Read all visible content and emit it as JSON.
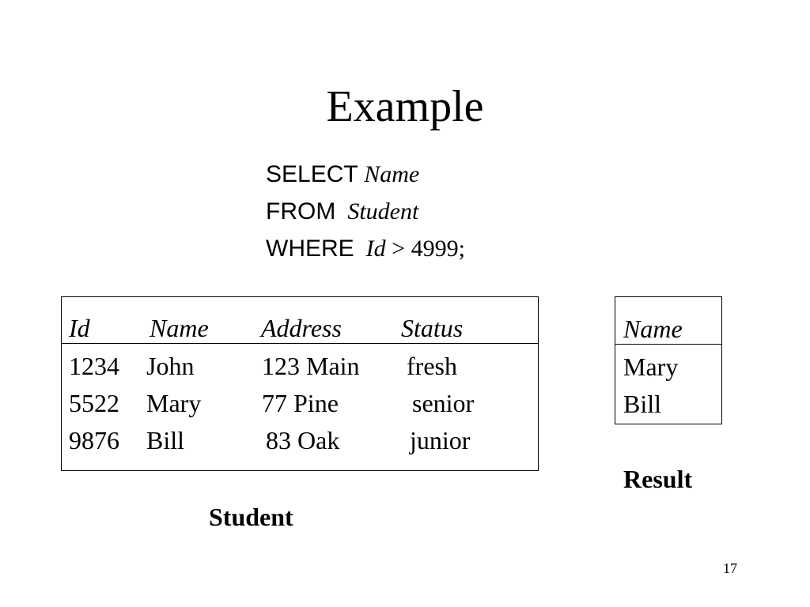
{
  "slide": {
    "title": "Example",
    "page_number": "17"
  },
  "query": {
    "select_keyword": "SELECT",
    "select_field": "Name",
    "from_keyword": "FROM",
    "from_table": "Student",
    "where_keyword": "WHERE",
    "where_field": "Id",
    "where_condition": "> 4999;"
  },
  "student_table": {
    "caption": "Student",
    "columns": [
      "Id",
      "Name",
      "Address",
      "Status"
    ],
    "rows": [
      [
        "1234",
        "John",
        "123 Main",
        "fresh"
      ],
      [
        "5522",
        "Mary",
        "77 Pine",
        "senior"
      ],
      [
        "9876",
        "Bill",
        "83 Oak",
        "junior"
      ]
    ]
  },
  "result_table": {
    "caption": "Result",
    "columns": [
      "Name"
    ],
    "rows": [
      [
        "Mary"
      ],
      [
        "Bill"
      ]
    ]
  }
}
